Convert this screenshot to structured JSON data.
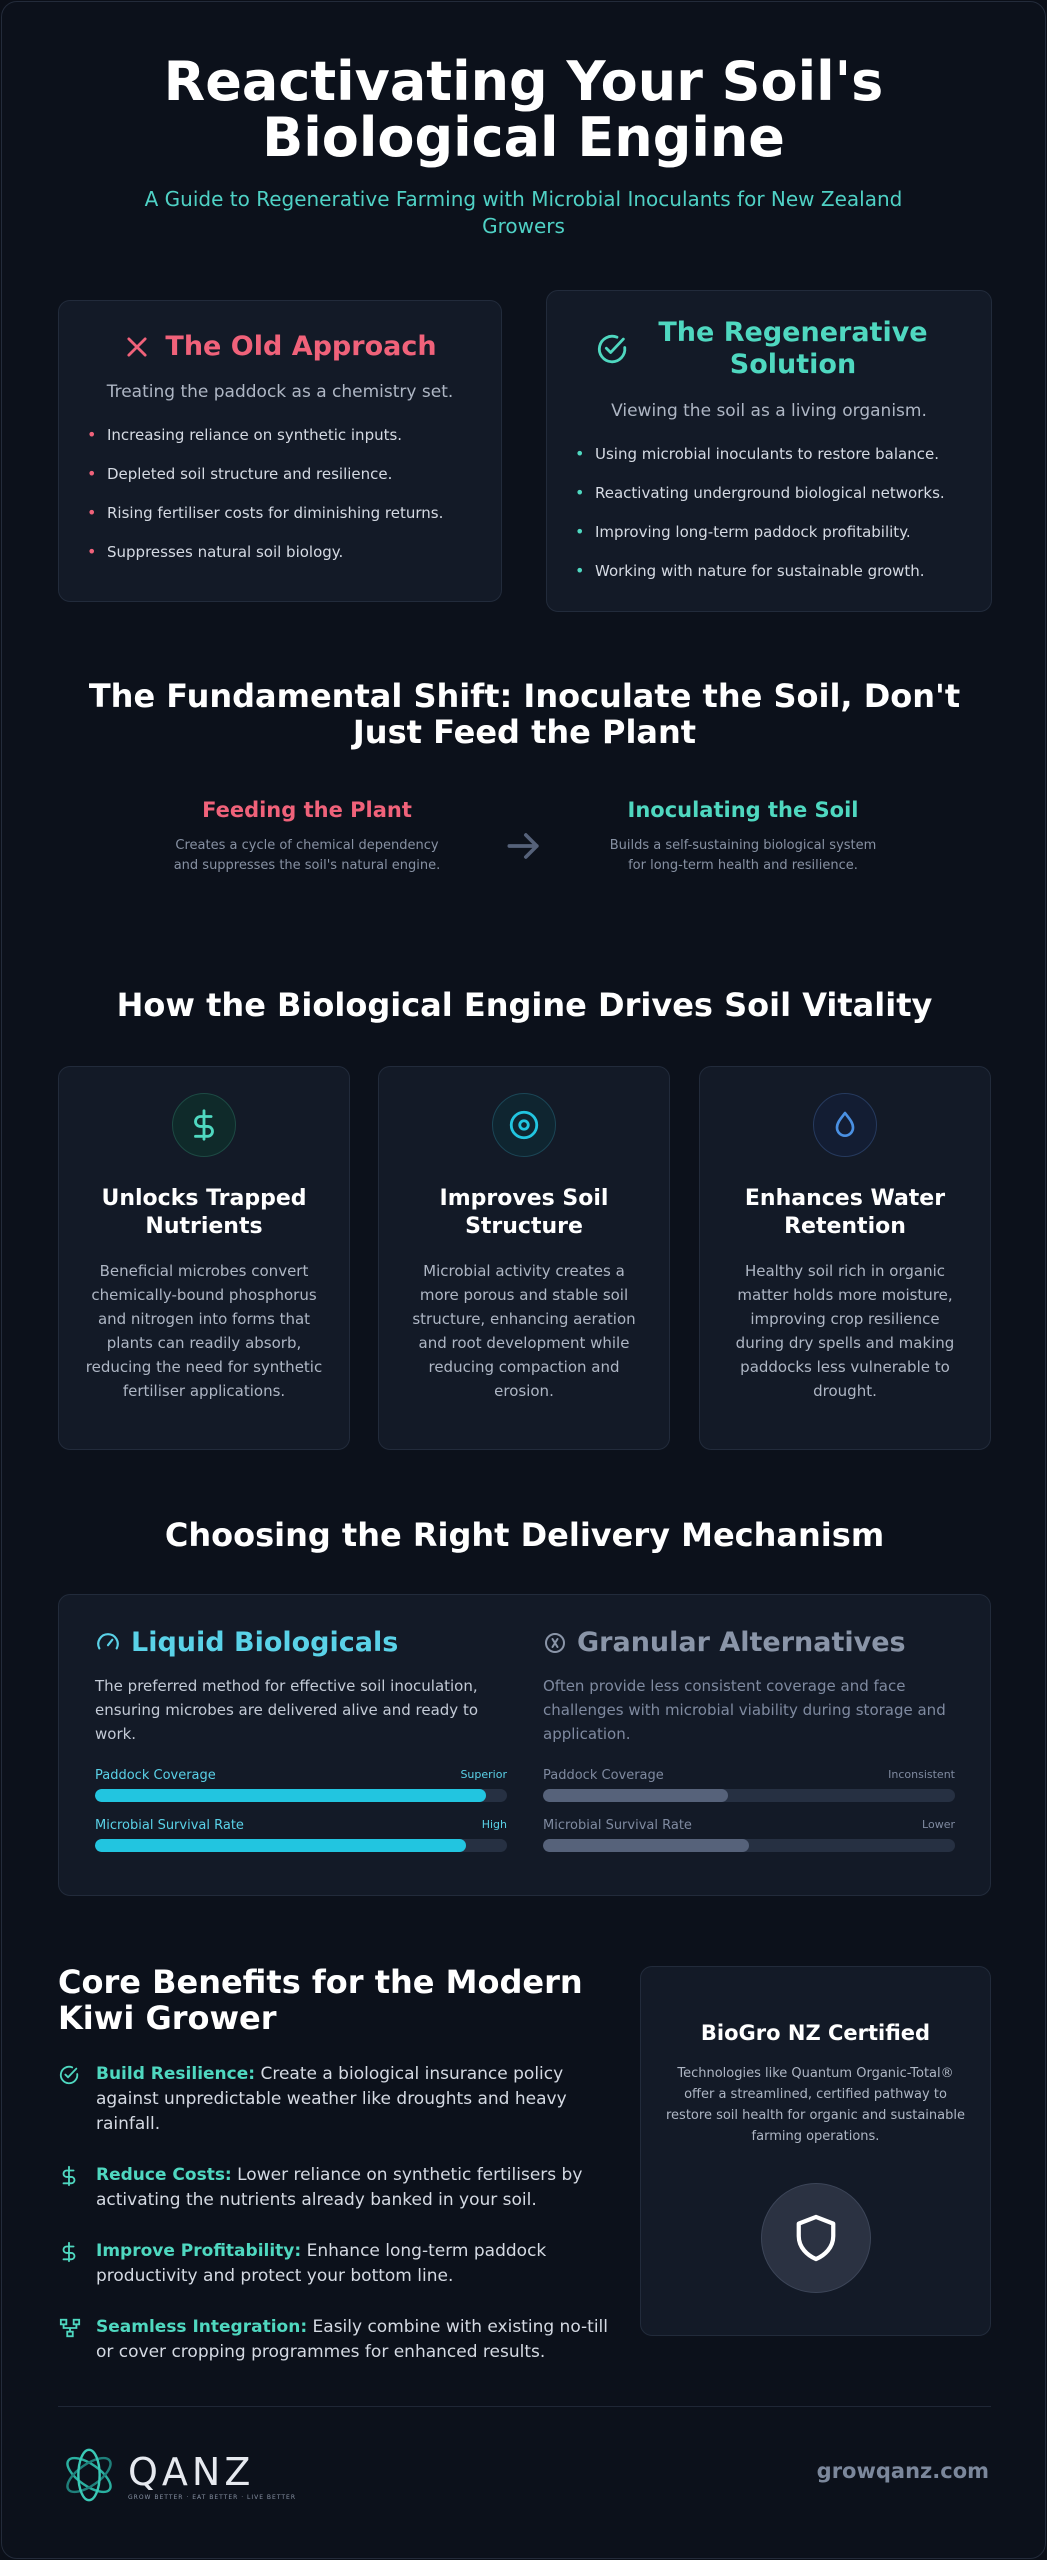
{
  "hero": {
    "title": "Reactivating Your Soil's Biological Engine",
    "subtitle": "A Guide to Regenerative Farming with Microbial Inoculants for New Zealand Growers"
  },
  "old_approach": {
    "title": "The Old Approach",
    "subtitle": "Treating the paddock as a chemistry set.",
    "items": [
      "Increasing reliance on synthetic inputs.",
      "Depleted soil structure and resilience.",
      "Rising fertiliser costs for diminishing returns.",
      "Suppresses natural soil biology."
    ]
  },
  "regenerative": {
    "title": "The Regenerative Solution",
    "subtitle": "Viewing the soil as a living organism.",
    "items": [
      "Using microbial inoculants to restore balance.",
      "Reactivating underground biological networks.",
      "Improving long-term paddock profitability.",
      "Working with nature for sustainable growth."
    ]
  },
  "shift": {
    "title": "The Fundamental Shift: Inoculate the Soil, Don't Just Feed the Plant",
    "left_title": "Feeding the Plant",
    "left_text": "Creates a cycle of chemical dependency and suppresses the soil's natural engine.",
    "right_title": "Inoculating the Soil",
    "right_text": "Builds a self-sustaining biological system for long-term health and resilience."
  },
  "vitality": {
    "title": "How the Biological Engine Drives Soil Vitality",
    "cards": [
      {
        "icon": "dollar-icon",
        "title": "Unlocks Trapped Nutrients",
        "text": "Beneficial microbes convert chemically-bound phosphorus and nitrogen into forms that plants can readily absorb, reducing the need for synthetic fertiliser applications."
      },
      {
        "icon": "target-icon",
        "title": "Improves Soil Structure",
        "text": "Microbial activity creates a more porous and stable soil structure, enhancing aeration and root development while reducing compaction and erosion."
      },
      {
        "icon": "droplet-icon",
        "title": "Enhances Water Retention",
        "text": "Healthy soil rich in organic matter holds more moisture, improving crop resilience during dry spells and making paddocks less vulnerable to drought."
      }
    ]
  },
  "delivery": {
    "title": "Choosing the Right Delivery Mechanism",
    "liquid": {
      "title": "Liquid Biologicals",
      "text": "The preferred method for effective soil inoculation, ensuring microbes are delivered alive and ready to work.",
      "meters": [
        {
          "label": "Paddock Coverage",
          "rating": "Superior",
          "value": 0.95
        },
        {
          "label": "Microbial Survival Rate",
          "rating": "High",
          "value": 0.9
        }
      ]
    },
    "granular": {
      "title": "Granular Alternatives",
      "text": "Often provide less consistent coverage and face challenges with microbial viability during storage and application.",
      "meters": [
        {
          "label": "Paddock Coverage",
          "rating": "Inconsistent",
          "value": 0.45
        },
        {
          "label": "Microbial Survival Rate",
          "rating": "Lower",
          "value": 0.5
        }
      ]
    }
  },
  "core": {
    "title": "Core Benefits for the Modern Kiwi Grower",
    "benefits": [
      {
        "icon": "check-circle-icon",
        "label": "Build Resilience:",
        "text": " Create a biological insurance policy against unpredictable weather like droughts and heavy rainfall."
      },
      {
        "icon": "dollar-icon",
        "label": "Reduce Costs:",
        "text": " Lower reliance on synthetic fertilisers by activating the nutrients already banked in your soil."
      },
      {
        "icon": "dollar-icon",
        "label": "Improve Profitability:",
        "text": " Enhance long-term paddock productivity and protect your bottom line."
      },
      {
        "icon": "network-icon",
        "label": "Seamless Integration:",
        "text": " Easily combine with existing no-till or cover cropping programmes for enhanced results."
      }
    ]
  },
  "cert": {
    "title": "BioGro NZ Certified",
    "text": "Technologies like Quantum Organic-Total® offer a streamlined, certified pathway to restore soil health for organic and sustainable farming operations."
  },
  "footer": {
    "logo": "QANZ",
    "tagline": "GROW BETTER · EAT BETTER · LIVE BETTER",
    "url": "growqanz.com"
  },
  "colors": {
    "red": "#f0627a",
    "teal": "#4fd8c0",
    "cyan": "#22c5e0",
    "slate": "#56627a"
  }
}
